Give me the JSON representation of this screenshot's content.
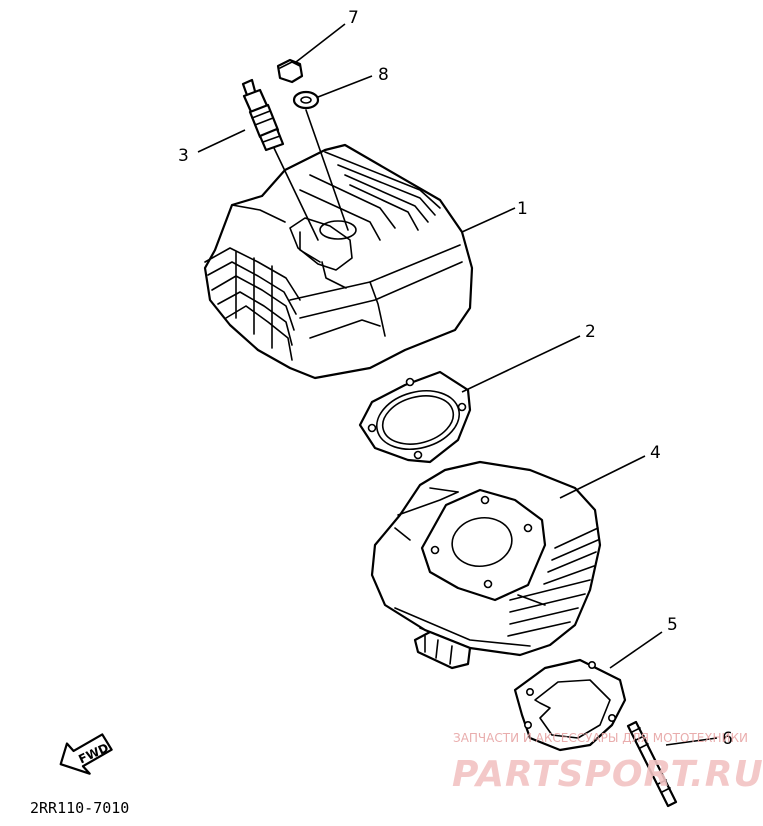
{
  "diagram": {
    "callouts": [
      {
        "id": "1",
        "text": "1"
      },
      {
        "id": "2",
        "text": "2"
      },
      {
        "id": "3",
        "text": "3"
      },
      {
        "id": "4",
        "text": "4"
      },
      {
        "id": "5",
        "text": "5"
      },
      {
        "id": "6",
        "text": "6"
      },
      {
        "id": "7",
        "text": "7"
      },
      {
        "id": "8",
        "text": "8"
      }
    ],
    "fwd_label": "FWD",
    "drawing_code": "2RR110-7010"
  },
  "watermark": {
    "small": "ЗАПЧАСТИ И АКСЕССУАРЫ ДЛЯ МОТОТЕХНИКИ",
    "big": "PARTSPORT.RU",
    "color": "#e7a5a5"
  }
}
